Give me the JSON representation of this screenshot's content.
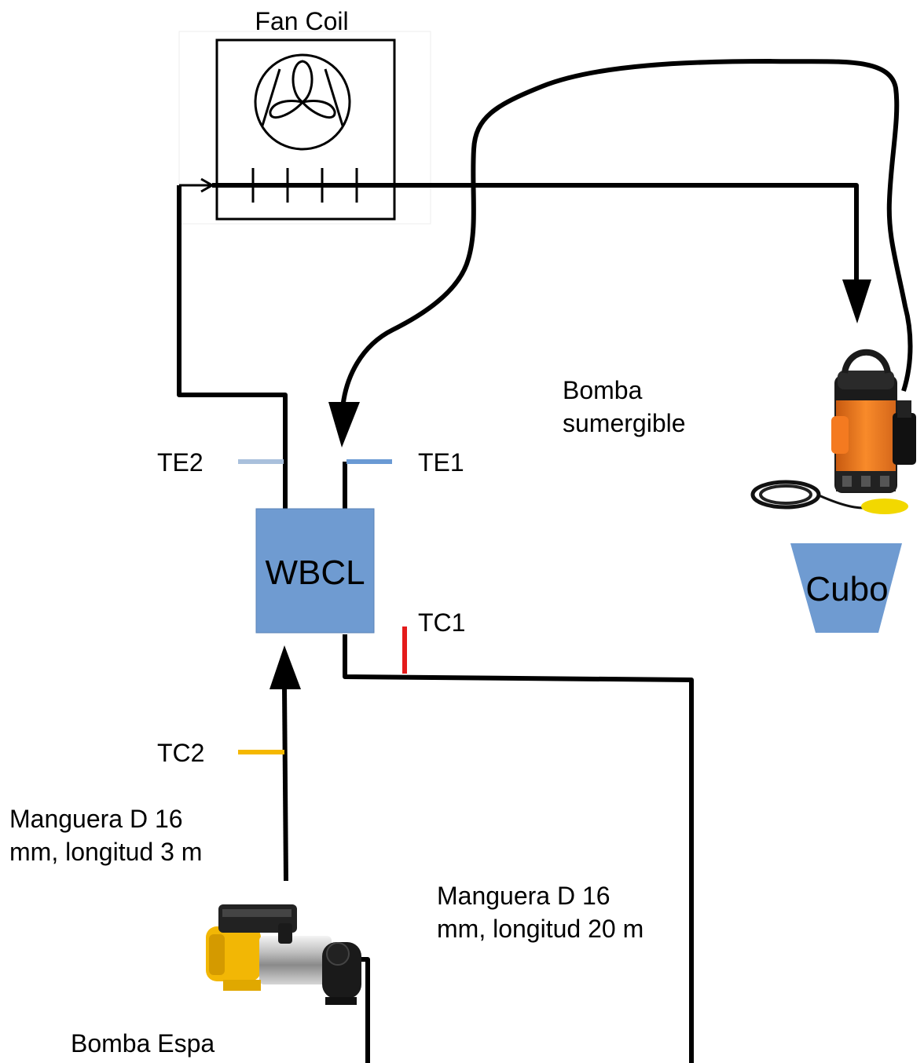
{
  "labels": {
    "fan_coil": "Fan Coil",
    "wbcl": "WBCL",
    "cubo": "Cubo",
    "te1": "TE1",
    "te2": "TE2",
    "tc1": "TC1",
    "tc2": "TC2",
    "bomba_sumergible_line1": "Bomba",
    "bomba_sumergible_line2": "sumergible",
    "manguera_3m_line1": "Manguera D 16",
    "manguera_3m_line2": "mm, longitud 3 m",
    "manguera_20m_line1": "Manguera D 16",
    "manguera_20m_line2": "mm, longitud 20 m",
    "bomba_espa": "Bomba Espa"
  },
  "colors": {
    "pipe": "#000000",
    "wbcl_fill": "#6f9bd1",
    "cubo_fill": "#6f9bd1",
    "te1": "#6a9ad4",
    "te2": "#a9c0dc",
    "tc1": "#e41b1b",
    "tc2": "#f5b800",
    "pump_orange": "#f47a20",
    "pump_yellow": "#f2b705"
  },
  "icons": {
    "fan": "fan-icon",
    "submersible_pump": "submersible-pump-image",
    "surface_pump": "surface-pump-image"
  }
}
